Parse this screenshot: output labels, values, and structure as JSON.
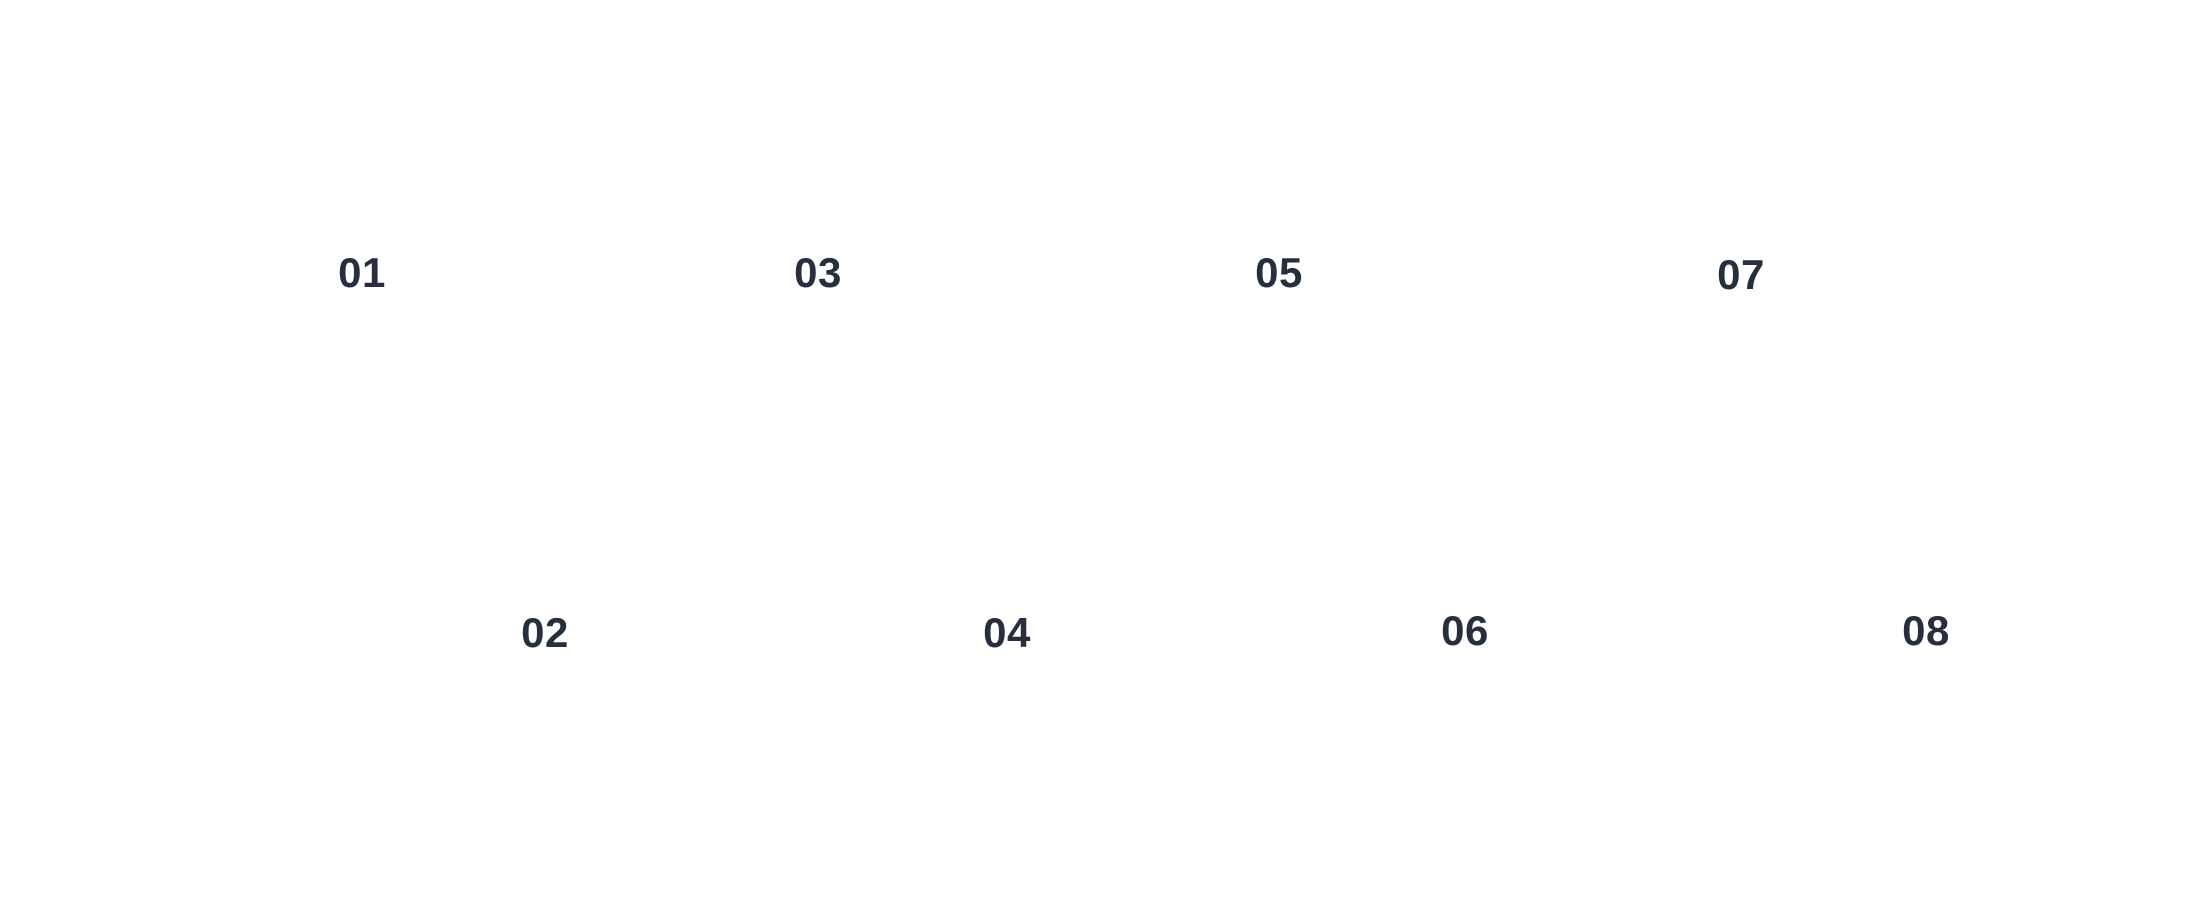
{
  "colors": {
    "background": "#ffffff",
    "label_text": "#272e3d"
  },
  "steps": [
    {
      "label": "01"
    },
    {
      "label": "02"
    },
    {
      "label": "03"
    },
    {
      "label": "04"
    },
    {
      "label": "05"
    },
    {
      "label": "06"
    },
    {
      "label": "07"
    },
    {
      "label": "08"
    }
  ]
}
